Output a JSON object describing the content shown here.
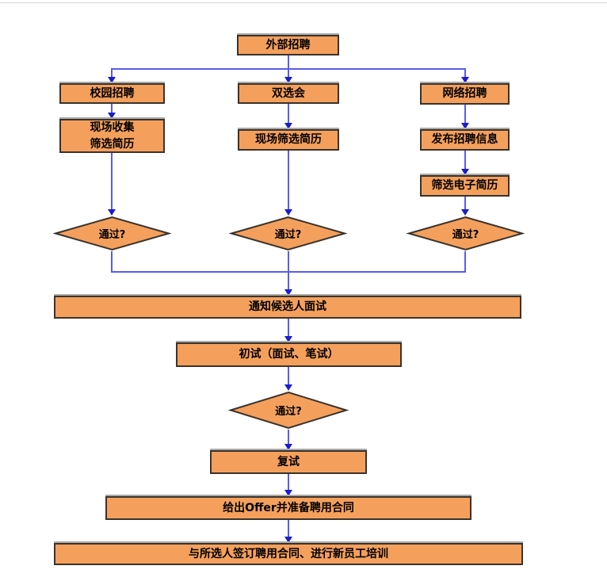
{
  "diagram": {
    "name": "external-recruitment-flowchart",
    "colors": {
      "shape_fill": "#F4A05C",
      "shape_border": "#3A332C",
      "shape_shadow": "#ABABAB",
      "connector": "#5B5BE8",
      "arrowhead": "#1C1CCE",
      "page_background": "#FFFFFF",
      "page_edge": "#D9D9D9"
    },
    "nodes": {
      "external": {
        "label": "外部招聘"
      },
      "campus": {
        "label": "校园招聘"
      },
      "campus_screen": {
        "label": "现场收集\n筛选简历"
      },
      "fair": {
        "label": "双选会"
      },
      "fair_screen": {
        "label": "现场筛选简历"
      },
      "online": {
        "label": "网络招聘"
      },
      "online_publish": {
        "label": "发布招聘信息"
      },
      "online_screen": {
        "label": "筛选电子简历"
      },
      "pass_campus": {
        "label": "通过?"
      },
      "pass_fair": {
        "label": "通过?"
      },
      "pass_online": {
        "label": "通过?"
      },
      "notify": {
        "label": "通知候选人面试"
      },
      "first_interview": {
        "label": "初试（面试、笔试）"
      },
      "pass_first": {
        "label": "通过?"
      },
      "second_interview": {
        "label": "复试"
      },
      "offer": {
        "label": "给出Offer并准备聘用合同"
      },
      "sign_train": {
        "label": "与所选人签订聘用合同、进行新员工培训"
      }
    }
  }
}
